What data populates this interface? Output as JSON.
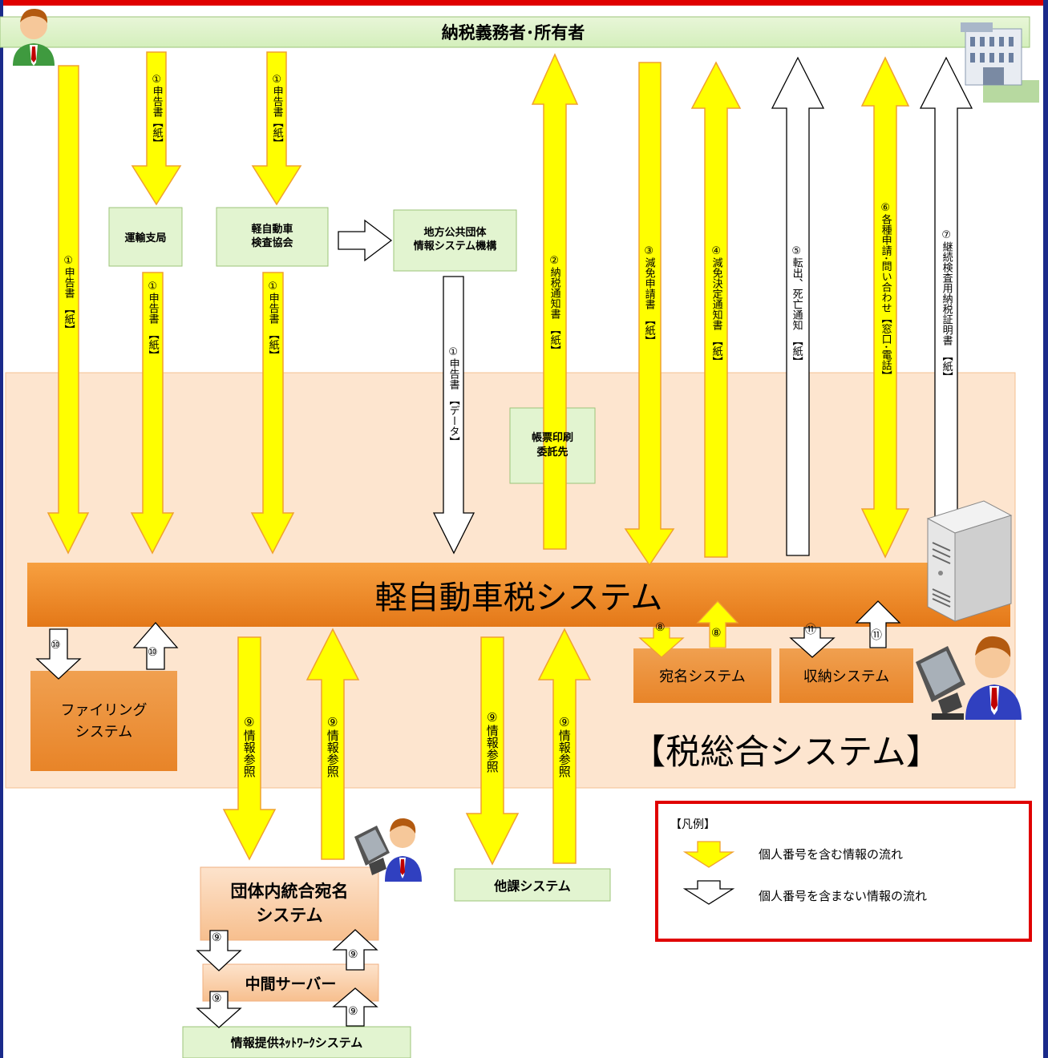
{
  "taxpayer": "納税義務者･所有者",
  "office1": "運輸支局",
  "office2": "軽自動車\n検査協会",
  "jlis": "地方公共団体\n情報システム機構",
  "printer": "帳票印刷\n委託先",
  "main_system": "軽自動車税システム",
  "tax_system_label": "【税総合システム】",
  "addr_system": "宛名システム",
  "collection_system": "収納システム",
  "filing_system": "ファイリング\nシステム",
  "group_addr": "団体内統合宛名\nシステム",
  "middle_server": "中間サーバー",
  "network": "情報提供ﾈｯﾄﾜｰｸシステム",
  "other_dept": "他課システム",
  "flows": {
    "a1_label": "①申告書　【紙】",
    "b1_label": "①申告書【紙】",
    "c1_label": "①申告書【紙】",
    "b2_label": "①申告書　【紙】",
    "c2_label": "①申告書　【紙】",
    "data_label": "①申告書　【データ】",
    "notice_label": "②納税通知書　【紙】",
    "reduce_app_label": "③減免申請書　【紙】",
    "reduce_dec_label": "④減免決定通知書　【紙】",
    "transfer_label": "⑤転出、死亡通知　【紙】",
    "inquiry_label": "⑥各種申請･問い合わせ【窓口･電話】",
    "cert_label": "⑦継続検査用納税証明書　【紙】",
    "n8": "⑧",
    "n10": "⑩",
    "n11": "⑪",
    "n9": "⑨",
    "info_ref_label": "⑨情報参照"
  },
  "legend": {
    "title": "【凡例】",
    "with_number": "個人番号を含む情報の流れ",
    "without_number": "個人番号を含まない情報の流れ"
  },
  "colors": {
    "yellow_arrow": "#ffff00",
    "arrow_outline": "#f0a030",
    "orange_bar": "#f28a20",
    "green_box": "#e2f4d0",
    "legend_border": "#e00000"
  }
}
